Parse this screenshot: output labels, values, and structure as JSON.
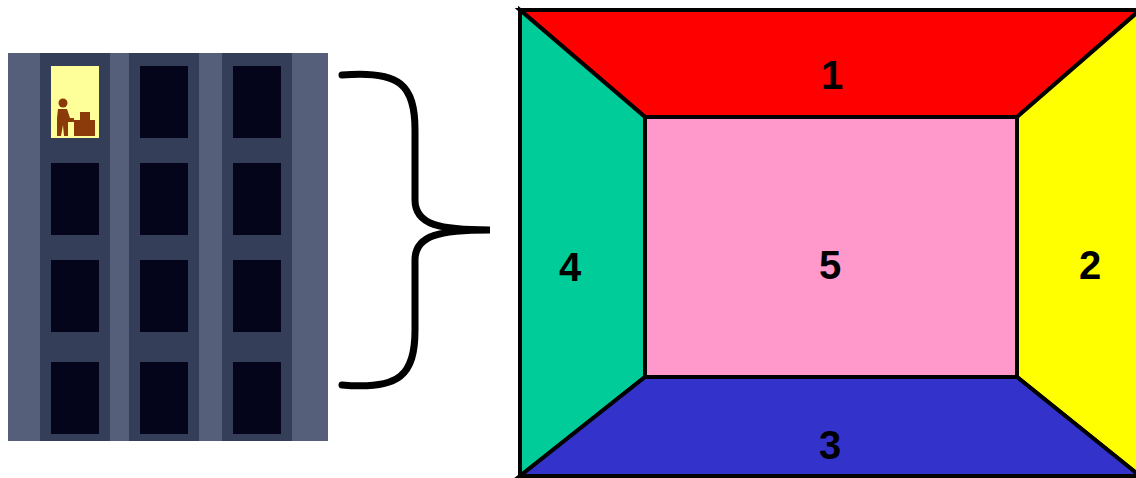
{
  "diagram": {
    "nodes": [
      {
        "text": [
          "1"
        ]
      },
      {
        "text": [
          "4"
        ]
      },
      {
        "text": [
          "5"
        ]
      },
      {
        "text": [
          "2"
        ]
      },
      {
        "text": [
          "3"
        ]
      }
    ]
  }
}
